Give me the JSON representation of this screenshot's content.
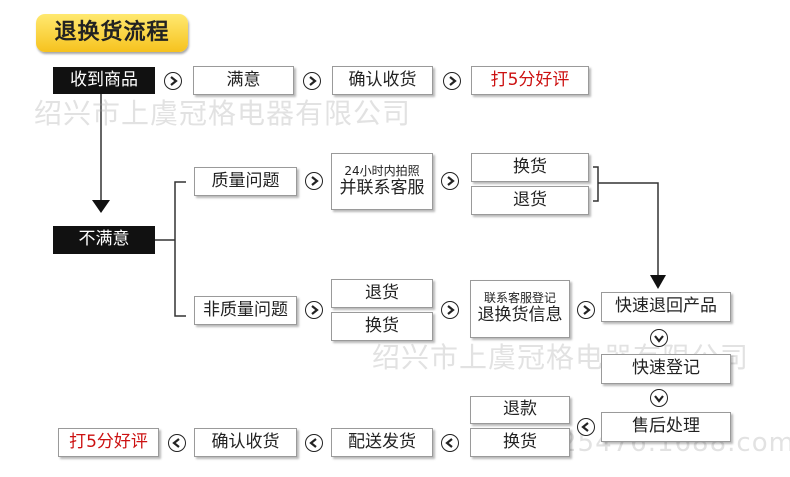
{
  "title": "退换货流程",
  "watermarks": [
    "绍兴市上虞冠格电器有限公司",
    "绍兴市上虞冠格电器有限公司",
    "25476.1688.com"
  ],
  "nodes": {
    "received": "收到商品",
    "satisfied": "满意",
    "confirm_top": "确认收货",
    "review_top": "打5分好评",
    "unsatisfied": "不满意",
    "quality": "质量问题",
    "photo_line1": "24小时内拍照",
    "photo_line2": "并联系客服",
    "exchange_1": "换货",
    "return_1": "退货",
    "non_quality": "非质量问题",
    "return_2": "退货",
    "exchange_2": "换货",
    "register_line1": "联系客服登记",
    "register_line2": "退换货信息",
    "ship_back": "快速退回产品",
    "quick_register": "快速登记",
    "after_sales": "售后处理",
    "refund": "退款",
    "exchange_3": "换货",
    "dispatch": "配送发货",
    "confirm_bottom": "确认收货",
    "review_bottom": "打5分好评"
  },
  "colors": {
    "accent": "#f6c21e",
    "highlight_text": "#cc1111",
    "dark_box": "#111111"
  },
  "icons": {
    "arrow": "circled-chevron"
  }
}
